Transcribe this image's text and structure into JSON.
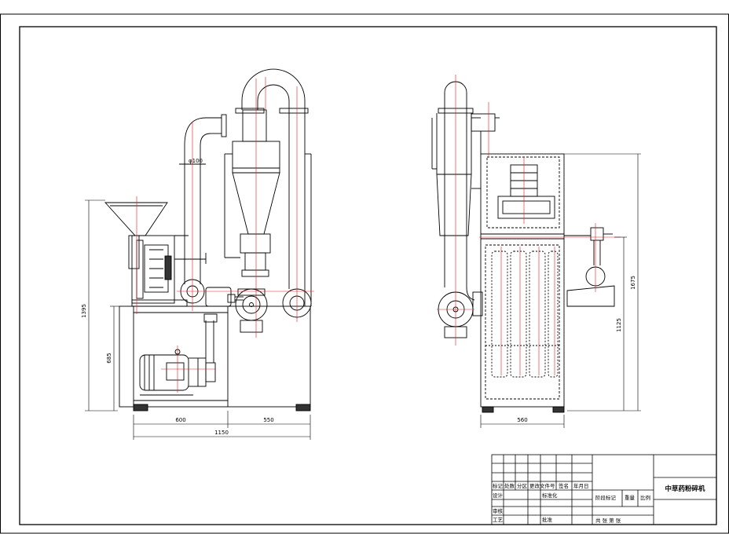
{
  "dimensions": {
    "front_height_total": "1395",
    "front_height_base": "685",
    "front_width_left": "600",
    "front_width_right": "550",
    "front_width_total": "1150",
    "pipe_diameter": "φ100",
    "side_height_total": "1675",
    "side_height_mid": "1125",
    "side_width": "560"
  },
  "title_block": {
    "title": "中草药粉碎机",
    "row_marks": [
      "标记",
      "处数",
      "分区",
      "更改文件号",
      "签名",
      "年月日"
    ],
    "design_label": "设计",
    "standardize_label": "标准化",
    "review_label": "审核",
    "process_label": "工艺",
    "approve_label": "批准",
    "stage_label": "阶段标记",
    "weight_label": "重量",
    "ratio_label": "比例",
    "sheets_label": "共  张 第  张"
  },
  "colors": {
    "line": "#000000",
    "centerline": "#e11a1a",
    "background": "#ffffff"
  }
}
